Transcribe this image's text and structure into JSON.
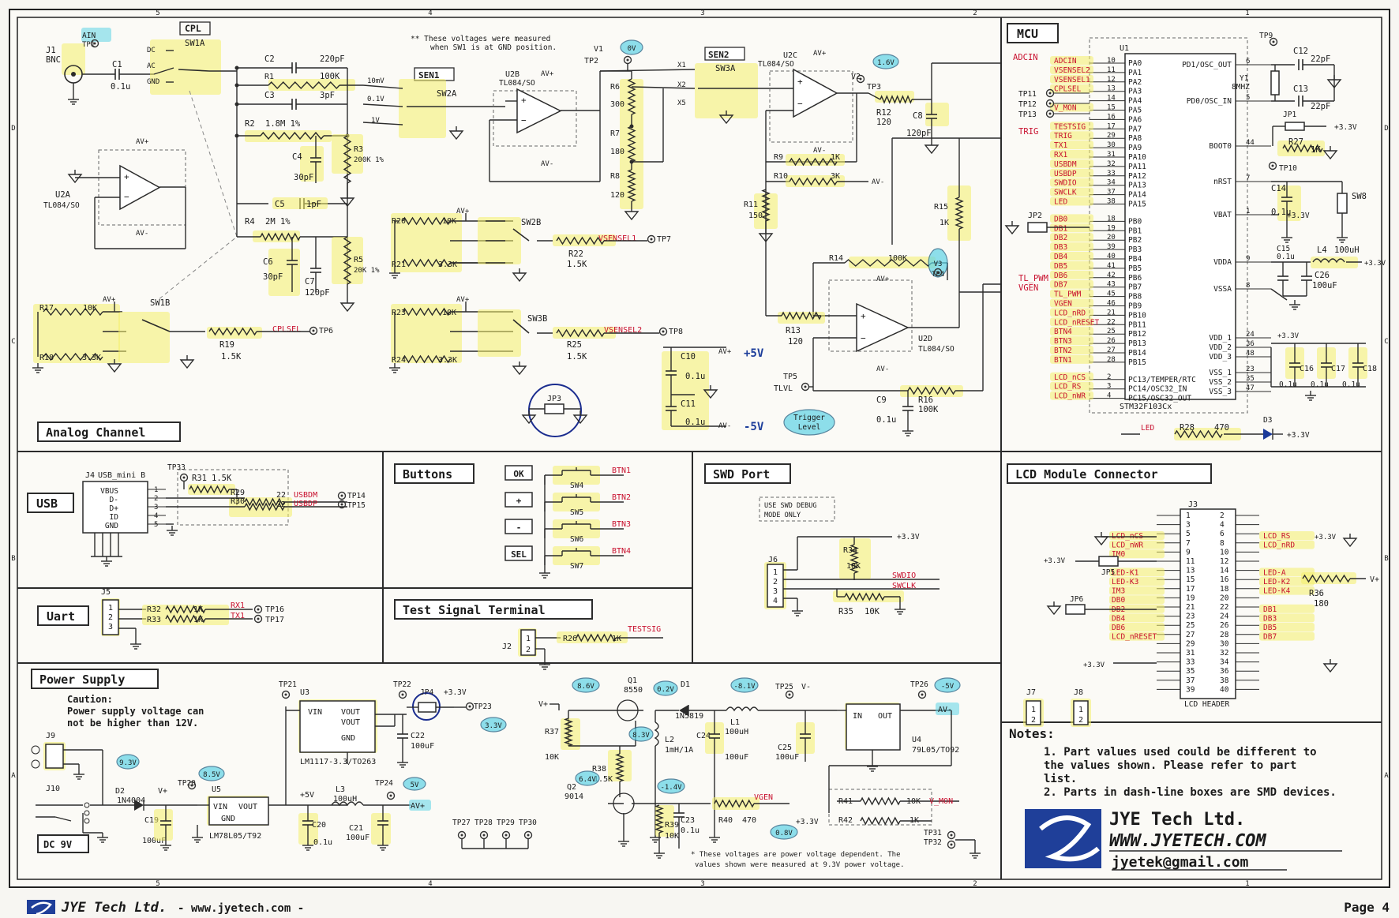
{
  "page": {
    "company": "JYE Tech Ltd.",
    "website_footer": "- www.jyetech.com -",
    "page_label": "Page 4",
    "col_markers": [
      "5",
      "4",
      "3",
      "2",
      "1"
    ],
    "row_markers": [
      "D",
      "C",
      "B",
      "A"
    ]
  },
  "sections": {
    "analog": "Analog Channel",
    "mcu": "MCU",
    "usb": "USB",
    "uart": "Uart",
    "buttons": "Buttons",
    "swd": "SWD Port",
    "lcd": "LCD Module Connector",
    "test_signal": "Test Signal Terminal",
    "power": "Power Supply"
  },
  "analog": {
    "gnd_note_1": "** These voltages were measured",
    "gnd_note_2": "when SW1 is at GND position.",
    "labels": {
      "cpl": "CPL",
      "sen1": "SEN1",
      "sen2": "SEN2",
      "j1": "J1",
      "bnc": "BNC",
      "ain": "AIN",
      "tp1": "TP1",
      "sw1a": "SW1A",
      "dc": "DC",
      "ac": "AC",
      "gnd": "GND",
      "c1": "C1",
      "c1v": "0.1u",
      "c2": "C2",
      "c2v": "220pF",
      "r1": "R1",
      "r1v": "100K",
      "v10m": "10mV",
      "c3": "C3",
      "c3v": "3pF",
      "v01": "0.1V",
      "r2": "R2",
      "r2v": "1.8M 1%",
      "v1": "1V",
      "r3": "R3",
      "r3v": "200K 1%",
      "c4": "C4",
      "c4v": "30pF",
      "c5": "C5",
      "c5v": "1pF",
      "r4": "R4",
      "r4v": "2M 1%",
      "c6": "C6",
      "c6v": "30pF",
      "c7": "C7",
      "c7v": "120pF",
      "r5": "R5",
      "r5v": "20K 1%",
      "sw2a": "SW2A",
      "u2b": "U2B",
      "u2bp": "TL084/SO",
      "avp": "AV+",
      "avm": "AV-",
      "u2a": "U2A",
      "u2ap": "TL084/SO",
      "tp2": "TP2",
      "vv1": "V1",
      "vv1b": "0V",
      "r6": "R6",
      "r6v": "300",
      "r7": "R7",
      "r7v": "180",
      "r8": "R8",
      "r8v": "120",
      "sw3a": "SW3A",
      "x1": "X1",
      "x2": "X2",
      "x5": "X5",
      "u2c": "U2C",
      "u2cp": "TL084/SO",
      "vv2": "V2",
      "tp3": "TP3",
      "vv2b": "1.6V",
      "r12": "R12",
      "r12v": "120",
      "c8": "C8",
      "c8v": "120pF",
      "adcin": "ADCIN",
      "trig": "TRIG",
      "r9": "R9",
      "r9v": "1K",
      "r10": "R10",
      "r10v": "3K",
      "r11": "R11",
      "r11v": "150",
      "r15": "R15",
      "r15v": "1K",
      "r14": "R14",
      "r14v": "100K",
      "vv3": "V3",
      "tp4": "TP4",
      "r13": "R13",
      "r13v": "120",
      "u2d": "U2D",
      "u2dp": "TL084/SO",
      "tlpwm": "TL_PWM",
      "vgen": "VGEN",
      "r16": "R16",
      "r16v": "100K",
      "c9": "C9",
      "c9v": "0.1u",
      "tp5": "TP5",
      "tlvl": "TLVL",
      "trig_level_1": "Trigger",
      "trig_level_2": "Level",
      "r20": "R20",
      "r20v": "10K",
      "r21": "R21",
      "r21v": "3.3K",
      "sw2b": "SW2B",
      "r22": "R22",
      "r22v": "1.5K",
      "vsensel1": "VSENSEL1",
      "tp7": "TP7",
      "r23": "R23",
      "r23v": "10K",
      "r24": "R24",
      "r24v": "3.3K",
      "sw3b": "SW3B",
      "r25": "R25",
      "r25v": "1.5K",
      "vsensel2": "VSENSEL2",
      "tp8": "TP8",
      "r17": "R17",
      "r17v": "10K",
      "r18": "R18",
      "r18v": "3.3K",
      "sw1b": "SW1B",
      "r19": "R19",
      "r19v": "1.5K",
      "cplsel": "CPLSEL",
      "tp6": "TP6",
      "c10": "C10",
      "c10v": "0.1u",
      "c11": "C11",
      "c11v": "0.1u",
      "p5v": "+5V",
      "m5v": "-5V",
      "jp3": "JP3"
    }
  },
  "mcu": {
    "u1": "U1",
    "part": "STM32F103Cx",
    "left_pins": [
      {
        "net": "ADCIN",
        "num": "10",
        "pin": "PA0"
      },
      {
        "net": "VSENSEL2",
        "num": "11",
        "pin": "PA1"
      },
      {
        "net": "VSENSEL1",
        "num": "12",
        "pin": "PA2"
      },
      {
        "net": "CPLSEL",
        "num": "13",
        "pin": "PA3"
      },
      {
        "net": "",
        "num": "14",
        "pin": "PA4"
      },
      {
        "net": "V_MON",
        "num": "15",
        "pin": "PA5"
      },
      {
        "net": "",
        "num": "16",
        "pin": "PA6"
      },
      {
        "net": "TESTSIG",
        "num": "17",
        "pin": "PA7"
      },
      {
        "net": "TRIG",
        "num": "29",
        "pin": "PA8"
      },
      {
        "net": "TX1",
        "num": "30",
        "pin": "PA9"
      },
      {
        "net": "RX1",
        "num": "31",
        "pin": "PA10"
      },
      {
        "net": "USBDM",
        "num": "32",
        "pin": "PA11"
      },
      {
        "net": "USBDP",
        "num": "33",
        "pin": "PA12"
      },
      {
        "net": "SWDIO",
        "num": "34",
        "pin": "PA13"
      },
      {
        "net": "SWCLK",
        "num": "37",
        "pin": "PA14"
      },
      {
        "net": "LED",
        "num": "38",
        "pin": "PA15"
      },
      {
        "net": "DB0",
        "num": "18",
        "pin": "PB0"
      },
      {
        "net": "DB1",
        "num": "19",
        "pin": "PB1"
      },
      {
        "net": "DB2",
        "num": "20",
        "pin": "PB2"
      },
      {
        "net": "DB3",
        "num": "39",
        "pin": "PB3"
      },
      {
        "net": "DB4",
        "num": "40",
        "pin": "PB4"
      },
      {
        "net": "DB5",
        "num": "41",
        "pin": "PB5"
      },
      {
        "net": "DB6",
        "num": "42",
        "pin": "PB6"
      },
      {
        "net": "DB7",
        "num": "43",
        "pin": "PB7"
      },
      {
        "net": "TL_PWM",
        "num": "45",
        "pin": "PB8"
      },
      {
        "net": "VGEN",
        "num": "46",
        "pin": "PB9"
      },
      {
        "net": "LCD_nRD",
        "num": "21",
        "pin": "PB10"
      },
      {
        "net": "LCD_nRESET",
        "num": "22",
        "pin": "PB11"
      },
      {
        "net": "BTN4",
        "num": "25",
        "pin": "PB12"
      },
      {
        "net": "BTN3",
        "num": "26",
        "pin": "PB13"
      },
      {
        "net": "BTN2",
        "num": "27",
        "pin": "PB14"
      },
      {
        "net": "BTN1",
        "num": "28",
        "pin": "PB15"
      },
      {
        "net": "LCD_nCS",
        "num": "2",
        "pin": "PC13/TEMPER/RTC"
      },
      {
        "net": "LCD_RS",
        "num": "3",
        "pin": "PC14/OSC32_IN"
      },
      {
        "net": "LCD_nWR",
        "num": "4",
        "pin": "PC15/OSC32_OUT"
      }
    ],
    "tp_stack": [
      "TP11",
      "TP12",
      "TP13"
    ],
    "right_pins": [
      {
        "pin": "PD1/OSC_OUT",
        "num": "6"
      },
      {
        "pin": "PD0/OSC_IN",
        "num": "5"
      },
      {
        "pin": "BOOT0",
        "num": "44"
      },
      {
        "pin": "nRST",
        "num": "7"
      },
      {
        "pin": "VBAT",
        "num": "1"
      },
      {
        "pin": "VDDA",
        "num": "9"
      },
      {
        "pin": "VSSA",
        "num": "8"
      },
      {
        "pin": "VDD_1",
        "num": "24"
      },
      {
        "pin": "VDD_2",
        "num": "36"
      },
      {
        "pin": "VDD_3",
        "num": "48"
      },
      {
        "pin": "VSS_1",
        "num": "23"
      },
      {
        "pin": "VSS_2",
        "num": "35"
      },
      {
        "pin": "VSS_3",
        "num": "47"
      }
    ],
    "parts": {
      "tp9": "TP9",
      "c12": "C12",
      "c12v": "22pF",
      "y1": "Y1",
      "y1v": "8MHZ",
      "c13": "C13",
      "c13v": "22pF",
      "jp1": "JP1",
      "v33": "+3.3V",
      "r27": "R27",
      "r27v": "1K",
      "tp10": "TP10",
      "c14": "C14",
      "c14v": "0.1u",
      "sw8": "SW8",
      "c15": "C15",
      "c15v": "0.1u",
      "l4": "L4",
      "l4v": "100uH",
      "c26": "C26",
      "c26v": "100uF",
      "c16": "C16",
      "c17": "C17",
      "c18": "C18",
      "cv": "0.1u",
      "jp2": "JP2",
      "led": "LED",
      "r28": "R28",
      "r28v": "470",
      "d3": "D3"
    }
  },
  "usb": {
    "j4": "J4",
    "j4p": "USB_mini B",
    "tp33": "TP33",
    "r31": "R31",
    "r31v": "1.5K",
    "pins": [
      "VBUS",
      "D-",
      "D+",
      "ID",
      "GND"
    ],
    "pin_nums": [
      "1",
      "2",
      "3",
      "4",
      "5"
    ],
    "r29": "R29",
    "r30": "R30",
    "rv": "22",
    "usbdm": "USBDM",
    "usbdp": "USBDP",
    "tp14": "TP14",
    "tp15": "TP15"
  },
  "uart": {
    "j5": "J5",
    "pins": [
      "1",
      "2",
      "3"
    ],
    "r32": "R32",
    "r33": "R33",
    "rv": "1K",
    "rx1": "RX1",
    "tx1": "TX1",
    "tp16": "TP16",
    "tp17": "TP17"
  },
  "buttons": {
    "rows": [
      {
        "key": "OK",
        "sw": "SW4",
        "net": "BTN1"
      },
      {
        "key": "+",
        "sw": "SW5",
        "net": "BTN2"
      },
      {
        "key": "-",
        "sw": "SW6",
        "net": "BTN3"
      },
      {
        "key": "SEL",
        "sw": "SW7",
        "net": "BTN4"
      }
    ]
  },
  "swd": {
    "note_1": "USE SWD DEBUG",
    "note_2": "MODE ONLY",
    "j6": "J6",
    "pins": [
      "1",
      "2",
      "3",
      "4"
    ],
    "r34": "R34",
    "r34v": "10K",
    "r35": "R35",
    "r35v": "10K",
    "v33": "+3.3V",
    "swdio": "SWDIO",
    "swclk": "SWCLK"
  },
  "test_signal": {
    "j2": "J2",
    "pins": [
      "1",
      "2"
    ],
    "r26": "R26",
    "r26v": "1K",
    "net": "TESTSIG"
  },
  "lcd": {
    "j3": "J3",
    "header": "LCD HEADER",
    "left_nets": [
      "LCD_nCS",
      "LCD_nWR",
      "IM0",
      "",
      "LED-K1",
      "LED-K3",
      "IM3",
      "DB0",
      "DB2",
      "DB4",
      "DB6",
      "LCD_nRESET",
      "",
      "",
      ""
    ],
    "right_nets": [
      "LCD_RS",
      "LCD_nRD",
      "",
      "",
      "LED-A",
      "LED-K2",
      "LED-K4",
      "",
      "DB1",
      "DB3",
      "DB5",
      "DB7",
      "",
      "",
      ""
    ],
    "odd_pins": [
      "1",
      "3",
      "5",
      "7",
      "9",
      "11",
      "13",
      "15",
      "17",
      "19",
      "21",
      "23",
      "25",
      "27",
      "29",
      "31",
      "33",
      "35",
      "37",
      "39"
    ],
    "even_pins": [
      "2",
      "4",
      "6",
      "8",
      "10",
      "12",
      "14",
      "16",
      "18",
      "20",
      "22",
      "24",
      "26",
      "28",
      "30",
      "32",
      "34",
      "36",
      "38",
      "40"
    ],
    "jp5": "JP5",
    "jp6": "JP6",
    "v33": "+3.3V",
    "vp": "V+",
    "r36": "R36",
    "r36v": "180",
    "j7": "J7",
    "j8": "J8",
    "pins12": [
      "1",
      "2"
    ]
  },
  "power": {
    "caution_1": "Caution:",
    "caution_2": "Power supply voltage can",
    "caution_3": "not  be higher than 12V.",
    "j9": "J9",
    "j10": "J10",
    "dc9v": "DC 9V",
    "d2": "D2",
    "d2p": "1N4004",
    "v93": "9.3V",
    "tp20": "TP20",
    "v85": "8.5V",
    "vplus": "V+",
    "c19": "C19",
    "c19v": "100uF",
    "u5": "U5",
    "u5p": "LM78L05/T92",
    "vin": "VIN",
    "vout": "VOUT",
    "gnd": "GND",
    "p5v": "+5V",
    "c20": "C20",
    "c20v": "0.1u",
    "l3": "L3",
    "l3v": "100uH",
    "c21": "C21",
    "c21v": "100uF",
    "tp24": "TP24",
    "v5": "5V",
    "avp": "AV+",
    "tp21": "TP21",
    "u3": "U3",
    "u3p": "LM1117-3.3/TO263",
    "tp22": "TP22",
    "jp4": "JP4",
    "v33": "+3.3V",
    "tp23": "TP23",
    "v33b": "3.3V",
    "c22": "C22",
    "c22v": "100uF",
    "q1": "Q1",
    "q1p": "8550",
    "v86": "8.6V",
    "v02": "0.2V",
    "r37": "R37",
    "r37v": "10K",
    "r38": "R38",
    "r38v": "1.5K",
    "l2": "L2",
    "l2v": "1mH/1A",
    "v83": "8.3V",
    "q2": "Q2",
    "q2p": "9014",
    "v64": "6.4V",
    "v14": "-1.4V",
    "r39": "R39",
    "r39v": "10K",
    "c23": "C23",
    "c23v": "0.1u",
    "r40": "R40",
    "r40v": "470",
    "vgen": "VGEN",
    "v08": "0.8V",
    "d1": "D1",
    "d1p": "1N5819",
    "v81": "-8.1V",
    "l1": "L1",
    "l1v": "100uH",
    "c24": "C24",
    "c24v": "100uF",
    "c25": "C25",
    "c25v": "100uF",
    "tp25": "TP25",
    "vminus": "V-",
    "u4": "U4",
    "u4p": "79L05/TO92",
    "in": "IN",
    "out": "OUT",
    "tp26": "TP26",
    "vm5": "-5V",
    "avm": "AV-",
    "r41": "R41",
    "r41v": "10K",
    "r42": "R42",
    "r42v": "1K",
    "v33c": "+3.3V",
    "vmon": "V_MON",
    "tp_row": [
      "TP27",
      "TP28",
      "TP29",
      "TP30"
    ],
    "tp31": "TP31",
    "tp32": "TP32",
    "foot_1": "* These voltages are power voltage dependent. The",
    "foot_2": "values shown were measured at 9.3V power voltage."
  },
  "notes": {
    "title": "Notes:",
    "items": [
      "1. Part values used  could be different to",
      "   the  values shown. Please refer to part",
      "   list.",
      "2. Parts in dash-line boxes are SMD devices."
    ],
    "logo_name": "JYE Tech Ltd.",
    "logo_url": "WWW.JYETECH.COM",
    "logo_email": "jyetek@gmail.com"
  },
  "colors": {
    "ink": "#1a1a1a",
    "net": "#c8102e",
    "wire": "#2b2b2b",
    "border": "#222222",
    "highlight_yellow": "#f4ef6a",
    "highlight_cyan": "#5fd3e6",
    "logo_blue": "#1f3f99"
  }
}
